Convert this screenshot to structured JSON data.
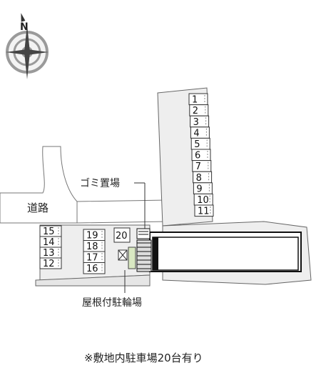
{
  "compass": {
    "north_letter": "N",
    "icon": "compass-rose-icon"
  },
  "labels": {
    "road": "道路",
    "garbage": "ゴミ置場",
    "bicycle": "屋根付駐輪場",
    "footnote": "※敷地内駐車場20台有り"
  },
  "parking": {
    "column_a": [
      "1",
      "2",
      "3",
      "4",
      "5",
      "6",
      "7",
      "8",
      "9",
      "10",
      "11"
    ],
    "column_b": [
      "15",
      "14",
      "13",
      "12"
    ],
    "column_c": [
      "19",
      "18",
      "17",
      "16"
    ],
    "single": "20"
  },
  "colors": {
    "lot": "#eeeeee",
    "road": "#ffffff",
    "building": "#111111",
    "line": "#555555"
  }
}
